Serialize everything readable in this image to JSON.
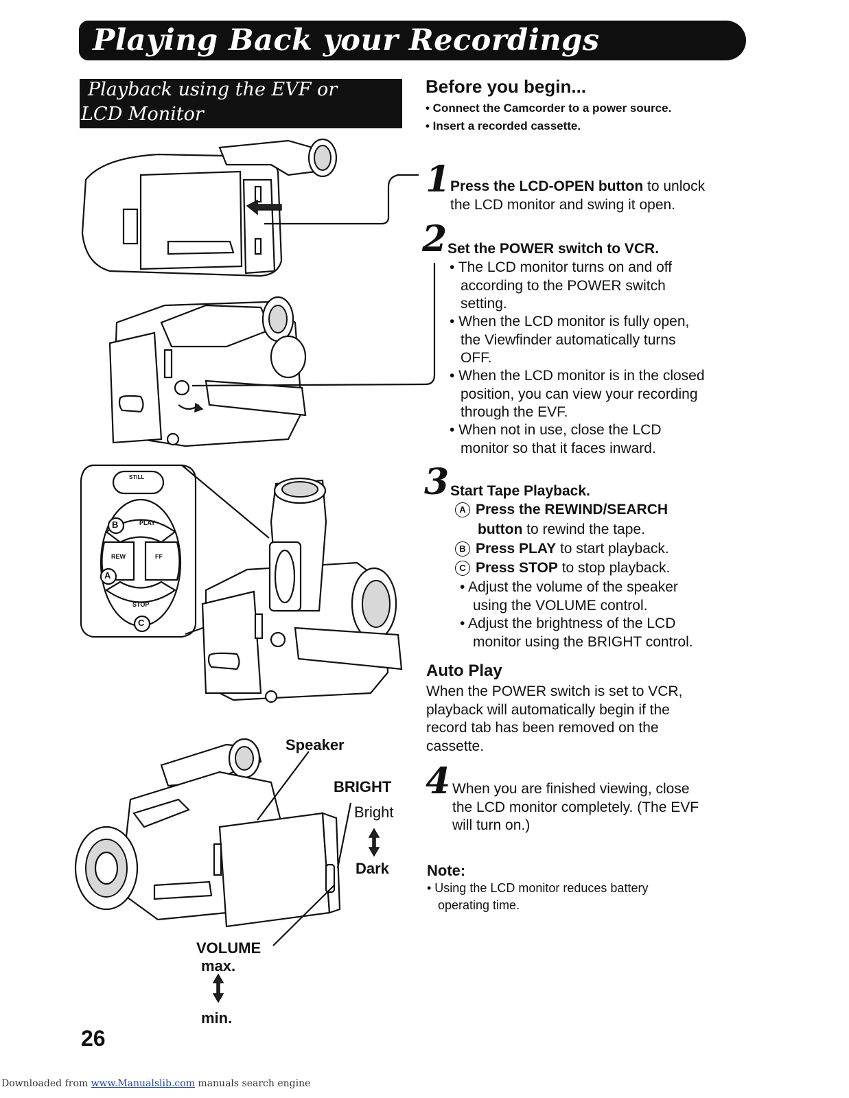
{
  "title": "Playing Back your Recordings",
  "section": {
    "line1": "Playback using the EVF or",
    "line2": "LCD Monitor"
  },
  "before": {
    "heading": "Before you begin...",
    "bullets": [
      "• Connect the Camcorder to a power source.",
      "• Insert a recorded cassette."
    ]
  },
  "steps": {
    "s1": {
      "num": "1",
      "bold": "Press the LCD-OPEN button",
      "rest": " to unlock",
      "line2": "the LCD monitor and swing it open."
    },
    "s2": {
      "num": "2",
      "heading": "Set the POWER switch to VCR.",
      "bullets": [
        [
          "• The LCD monitor turns on and off",
          "according to the POWER switch",
          "setting."
        ],
        [
          "• When the LCD monitor is fully open,",
          "the Viewfinder automatically turns",
          "OFF."
        ],
        [
          "• When the LCD monitor is in the closed",
          "position, you can view your recording",
          "through the EVF."
        ],
        [
          "• When not in use, close the LCD",
          "monitor so that it faces inward."
        ]
      ]
    },
    "s3": {
      "num": "3",
      "heading": "Start Tape Playback.",
      "a_mark": "A",
      "a_bold": "Press the REWIND/SEARCH",
      "a_bold2": "button",
      "a_rest": " to rewind the tape.",
      "b_mark": "B",
      "b_bold": "Press PLAY",
      "b_rest": " to start playback.",
      "c_mark": "C",
      "c_bold": "Press STOP",
      "c_rest": " to stop playback.",
      "bullets": [
        [
          "• Adjust the volume of the speaker",
          "using the VOLUME control."
        ],
        [
          "• Adjust the brightness of the LCD",
          "monitor using the BRIGHT control."
        ]
      ]
    },
    "auto": {
      "heading": "Auto Play",
      "lines": [
        "When the POWER switch is set to VCR,",
        "playback will automatically begin if the",
        "record tab has been removed on the",
        "cassette."
      ]
    },
    "s4": {
      "num": "4",
      "line1": "When you are finished viewing, close",
      "line2": "the LCD monitor completely. (The EVF",
      "line3": "will turn on.)"
    }
  },
  "note": {
    "heading": "Note:",
    "line1": "• Using the LCD monitor reduces battery",
    "line2": "operating time."
  },
  "labels": {
    "speaker": "Speaker",
    "bright": "BRIGHT",
    "bright_hi": "Bright",
    "bright_lo": "Dark",
    "volume": "VOLUME",
    "vol_hi": "max.",
    "vol_lo": "min.",
    "still": "STILL",
    "play": "PLAY",
    "rew": "REW",
    "ff": "FF",
    "stop": "STOP",
    "mark_a": "A",
    "mark_b": "B",
    "mark_c": "C"
  },
  "page_number": "26",
  "footer": {
    "prefix": "Downloaded from ",
    "link": "www.Manualslib.com",
    "suffix": "  manuals search engine"
  }
}
